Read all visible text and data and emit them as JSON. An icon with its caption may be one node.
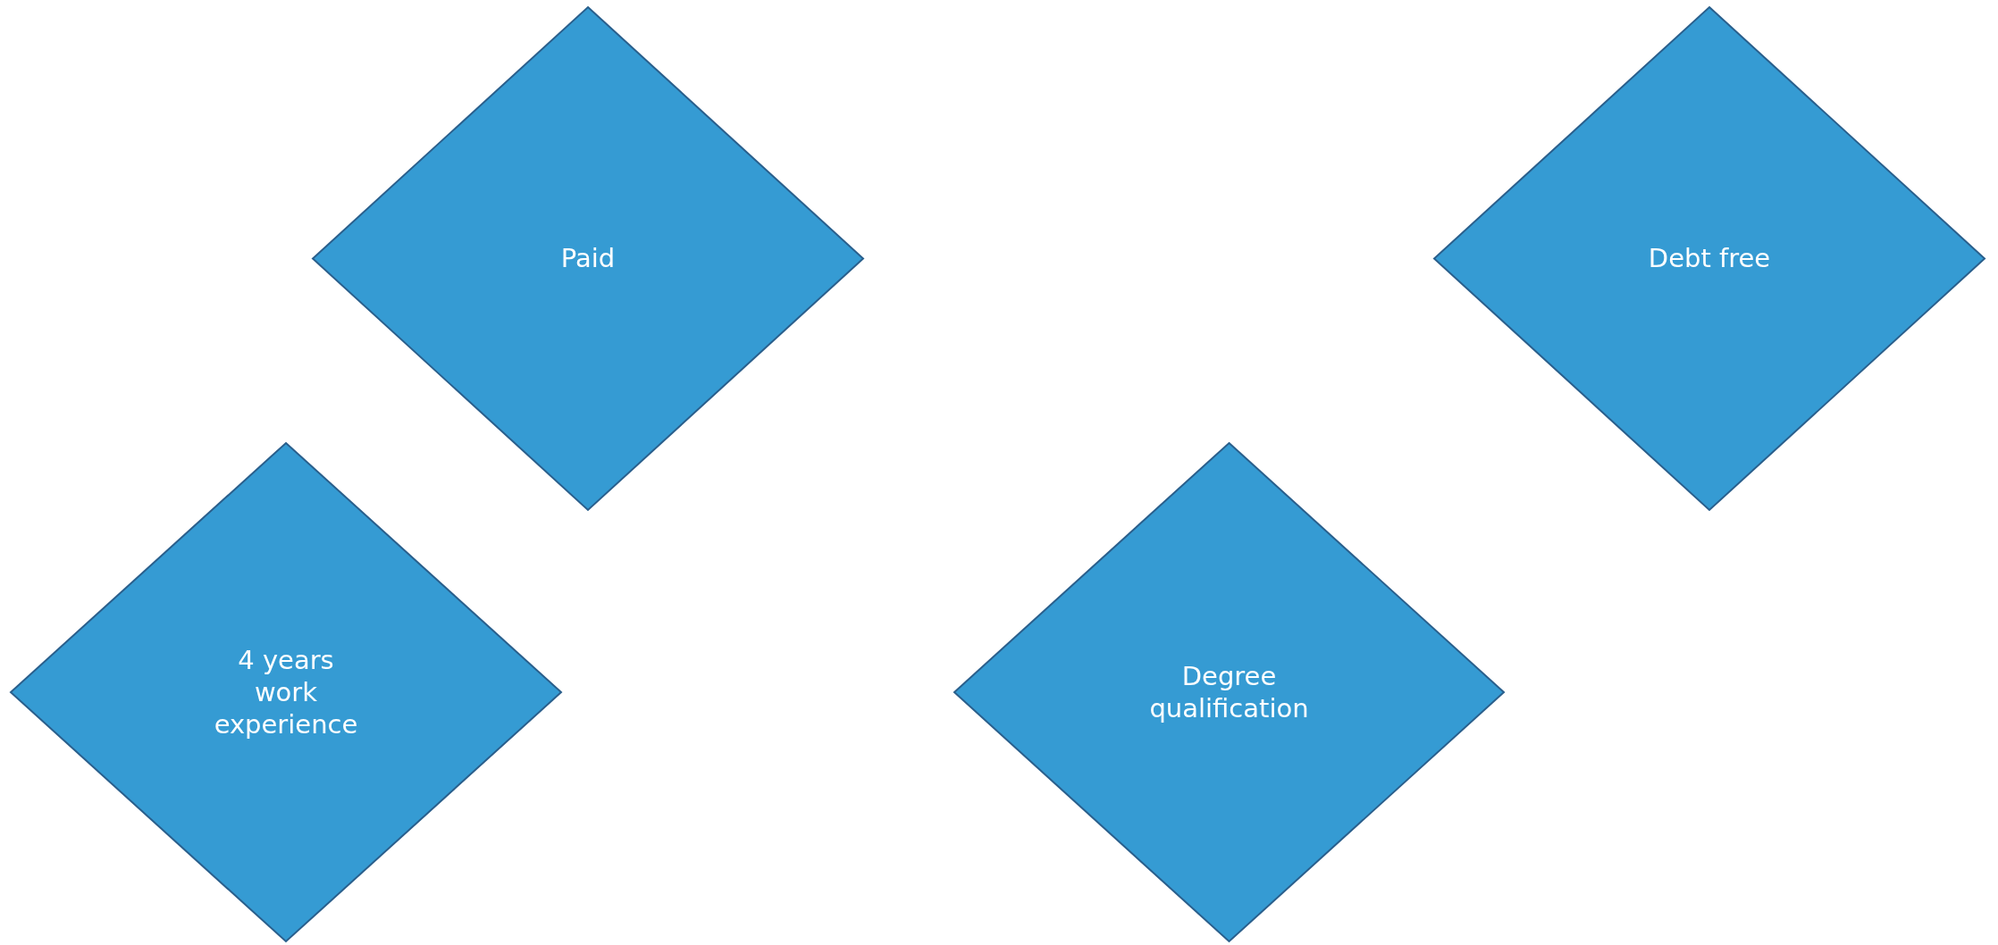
{
  "diagram": {
    "nodes": [
      {
        "text": [
          "Paid"
        ]
      },
      {
        "text": [
          "Debt free"
        ]
      },
      {
        "text": [
          "4 years work experience"
        ]
      },
      {
        "text": [
          "Degree qualification"
        ]
      }
    ]
  }
}
